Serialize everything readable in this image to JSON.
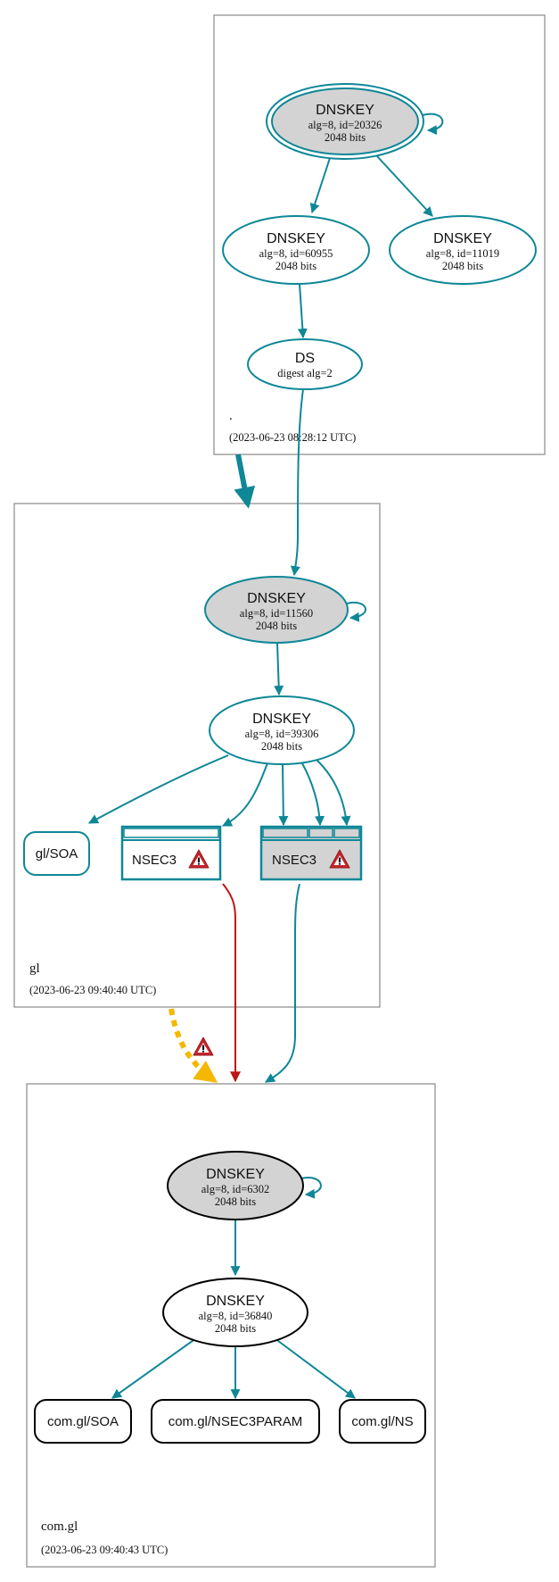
{
  "colors": {
    "secure": "#0e8797",
    "bogus": "#be1515",
    "warning": "#f4b800",
    "sep_fill": "#d3d3d3",
    "insecure_stroke": "#000000"
  },
  "zones": [
    {
      "id": "root",
      "name": ".",
      "timestamp": "(2023-06-23 08:28:12 UTC)",
      "nodes": [
        {
          "id": "root-ksk",
          "type": "DNSKEY",
          "title": "DNSKEY",
          "detail": "alg=8, id=20326",
          "bits": "2048 bits",
          "trust_anchor": true,
          "sep": true,
          "self_signed": true
        },
        {
          "id": "root-zsk1",
          "type": "DNSKEY",
          "title": "DNSKEY",
          "detail": "alg=8, id=60955",
          "bits": "2048 bits"
        },
        {
          "id": "root-zsk2",
          "type": "DNSKEY",
          "title": "DNSKEY",
          "detail": "alg=8, id=11019",
          "bits": "2048 bits"
        },
        {
          "id": "gl-ds",
          "type": "DS",
          "title": "DS",
          "detail": "digest alg=2"
        }
      ]
    },
    {
      "id": "gl",
      "name": "gl",
      "timestamp": "(2023-06-23 09:40:40 UTC)",
      "nodes": [
        {
          "id": "gl-ksk",
          "type": "DNSKEY",
          "title": "DNSKEY",
          "detail": "alg=8, id=11560",
          "bits": "2048 bits",
          "sep": true,
          "self_signed": true
        },
        {
          "id": "gl-zsk",
          "type": "DNSKEY",
          "title": "DNSKEY",
          "detail": "alg=8, id=39306",
          "bits": "2048 bits"
        },
        {
          "id": "gl-soa",
          "type": "RRset",
          "label": "gl/SOA"
        },
        {
          "id": "gl-nsec3-a",
          "type": "NSEC3",
          "label": "NSEC3",
          "warning": true
        },
        {
          "id": "gl-nsec3-b",
          "type": "NSEC3",
          "label": "NSEC3",
          "warning": true
        }
      ]
    },
    {
      "id": "com.gl",
      "name": "com.gl",
      "timestamp": "(2023-06-23 09:40:43 UTC)",
      "nodes": [
        {
          "id": "comgl-ksk",
          "type": "DNSKEY",
          "title": "DNSKEY",
          "detail": "alg=8, id=6302",
          "bits": "2048 bits",
          "sep": true,
          "self_signed": true
        },
        {
          "id": "comgl-zsk",
          "type": "DNSKEY",
          "title": "DNSKEY",
          "detail": "alg=8, id=36840",
          "bits": "2048 bits"
        },
        {
          "id": "comgl-soa",
          "type": "RRset",
          "label": "com.gl/SOA"
        },
        {
          "id": "comgl-nsec3param",
          "type": "RRset",
          "label": "com.gl/NSEC3PARAM"
        },
        {
          "id": "comgl-ns",
          "type": "RRset",
          "label": "com.gl/NS"
        }
      ]
    }
  ],
  "edges": [
    {
      "from": "root-ksk",
      "to": "root-ksk",
      "status": "secure"
    },
    {
      "from": "root-ksk",
      "to": "root-zsk1",
      "status": "secure"
    },
    {
      "from": "root-ksk",
      "to": "root-zsk2",
      "status": "secure"
    },
    {
      "from": "root-zsk1",
      "to": "gl-ds",
      "status": "secure"
    },
    {
      "from": "gl-ds",
      "to": "gl-ksk",
      "status": "secure"
    },
    {
      "from": "root",
      "to": "gl",
      "status": "secure delegation"
    },
    {
      "from": "gl-ksk",
      "to": "gl-ksk",
      "status": "secure"
    },
    {
      "from": "gl-ksk",
      "to": "gl-zsk",
      "status": "secure"
    },
    {
      "from": "gl-zsk",
      "to": "gl-soa",
      "status": "secure"
    },
    {
      "from": "gl-zsk",
      "to": "gl-nsec3-a",
      "status": "secure"
    },
    {
      "from": "gl-zsk",
      "to": "gl-nsec3-b",
      "status": "secure"
    },
    {
      "from": "gl-nsec3-a",
      "to": "com.gl",
      "status": "bogus"
    },
    {
      "from": "gl-nsec3-b",
      "to": "com.gl",
      "status": "secure"
    },
    {
      "from": "gl",
      "to": "com.gl",
      "status": "insecure delegation (warning)"
    },
    {
      "from": "comgl-ksk",
      "to": "comgl-ksk",
      "status": "secure"
    },
    {
      "from": "comgl-ksk",
      "to": "comgl-zsk",
      "status": "secure"
    },
    {
      "from": "comgl-zsk",
      "to": "comgl-soa",
      "status": "secure"
    },
    {
      "from": "comgl-zsk",
      "to": "comgl-nsec3param",
      "status": "secure"
    },
    {
      "from": "comgl-zsk",
      "to": "comgl-ns",
      "status": "secure"
    }
  ]
}
